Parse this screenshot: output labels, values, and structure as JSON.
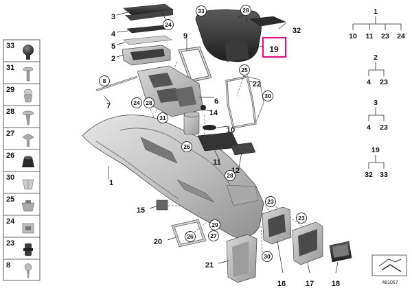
{
  "fastener_column": [
    "33",
    "31",
    "29",
    "28",
    "27",
    "26",
    "30",
    "25",
    "24",
    "23",
    "8"
  ],
  "callouts": {
    "p1": "1",
    "p2": "2",
    "p3": "3",
    "p4": "4",
    "p5": "5",
    "p6": "6",
    "p7": "7",
    "p8": "8",
    "p9": "9",
    "p10": "10",
    "p11": "11",
    "p12": "12",
    "p14": "14",
    "p15": "15",
    "p16": "16",
    "p17": "17",
    "p18": "18",
    "p19": "19",
    "p20": "20",
    "p21": "21",
    "p22": "22",
    "p24": "24",
    "p25": "25",
    "p26a": "26",
    "p26b": "26",
    "p27": "27",
    "p28a": "28",
    "p28b": "28",
    "p28c": "28",
    "p29": "29",
    "p30a": "30",
    "p30b": "30",
    "p23a": "23",
    "p23b": "23",
    "p24b": "24",
    "p31": "31",
    "p32": "32",
    "p33": "33"
  },
  "highlight_color": "#e0137c",
  "hierarchy": [
    {
      "root": "1",
      "children": [
        "10",
        "11",
        "23",
        "24"
      ]
    },
    {
      "root": "2",
      "children": [
        "4",
        "23"
      ]
    },
    {
      "root": "3",
      "children": [
        "4",
        "23"
      ]
    },
    {
      "root": "19",
      "children": [
        "32",
        "33"
      ]
    }
  ],
  "reference_number": "481057"
}
